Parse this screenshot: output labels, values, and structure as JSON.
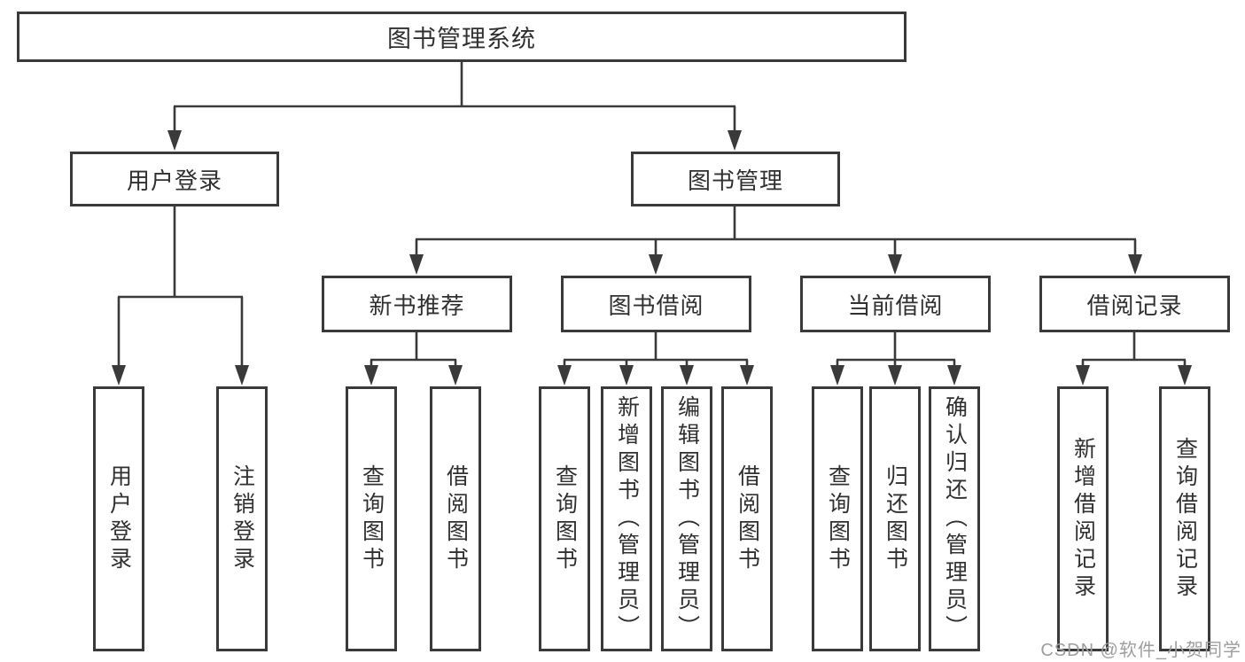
{
  "page": {
    "background_color": "#ffffff",
    "line_color": "#3a3a3a",
    "box_border_color": "#3a3a3a",
    "box_fill_color": "#ffffff",
    "text_color": "#303030",
    "watermark_color": "#9e9e9e"
  },
  "tree": {
    "root": {
      "label": "图书管理系统"
    },
    "branches": [
      {
        "label": "用户登录",
        "children": [
          {
            "label": "用户登录"
          },
          {
            "label": "注销登录"
          }
        ]
      },
      {
        "label": "图书管理",
        "children": [
          {
            "label": "新书推荐",
            "children": [
              {
                "label": "查询图书"
              },
              {
                "label": "借阅图书"
              }
            ]
          },
          {
            "label": "图书借阅",
            "children": [
              {
                "label": "查询图书"
              },
              {
                "label": "新增图书（管理员）"
              },
              {
                "label": "编辑图书（管理员）"
              },
              {
                "label": "借阅图书"
              }
            ]
          },
          {
            "label": "当前借阅",
            "children": [
              {
                "label": "查询图书"
              },
              {
                "label": "归还图书"
              },
              {
                "label": "确认归还（管理员）"
              }
            ]
          },
          {
            "label": "借阅记录",
            "children": [
              {
                "label": "新增借阅记录"
              },
              {
                "label": "查询借阅记录"
              }
            ]
          }
        ]
      }
    ]
  },
  "watermark": {
    "text": "CSDN @软件_小贺同学"
  }
}
